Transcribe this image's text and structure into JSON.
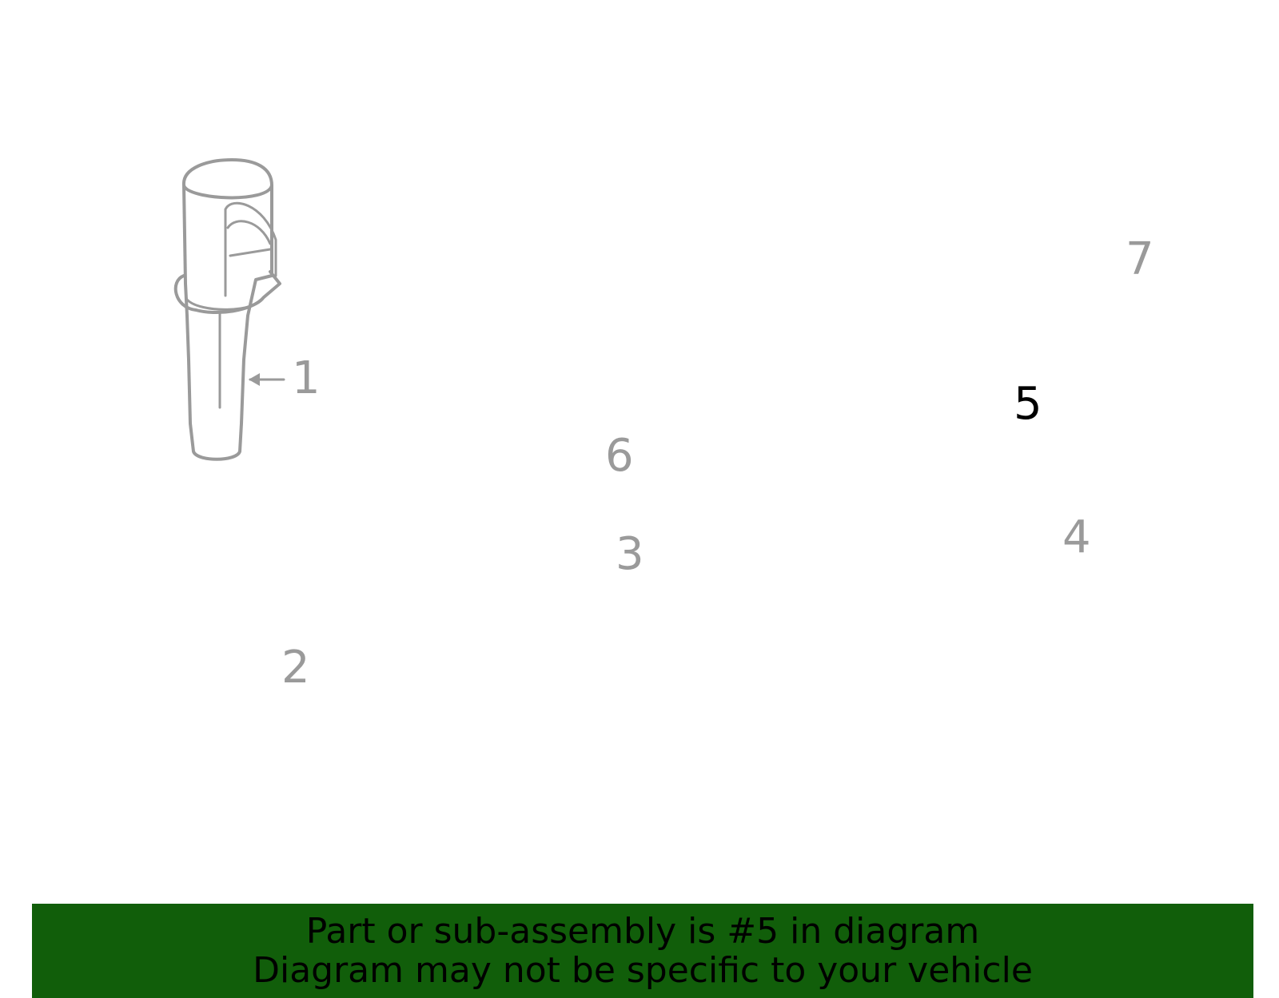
{
  "diagram": {
    "highlight_color": "#115e0a",
    "line_color": "#9a9a9a",
    "highlighted_part": "5",
    "parts": [
      {
        "number": "1",
        "icon": "ignition-coil-icon"
      },
      {
        "number": "2",
        "icon": "spark-plug-icon"
      },
      {
        "number": "3",
        "icon": "engine-control-module-icon"
      },
      {
        "number": "4",
        "icon": "ecm-bracket-icon"
      },
      {
        "number": "5",
        "icon": "camshaft-position-sensor-icon"
      },
      {
        "number": "6",
        "icon": "crankshaft-position-sensor-icon"
      },
      {
        "number": "7",
        "icon": "knock-sensor-icon"
      }
    ]
  },
  "banner": {
    "background": "#115e0a",
    "line1": "Part or sub-assembly is #5 in diagram",
    "line2": "Diagram may not be specific to your vehicle"
  }
}
